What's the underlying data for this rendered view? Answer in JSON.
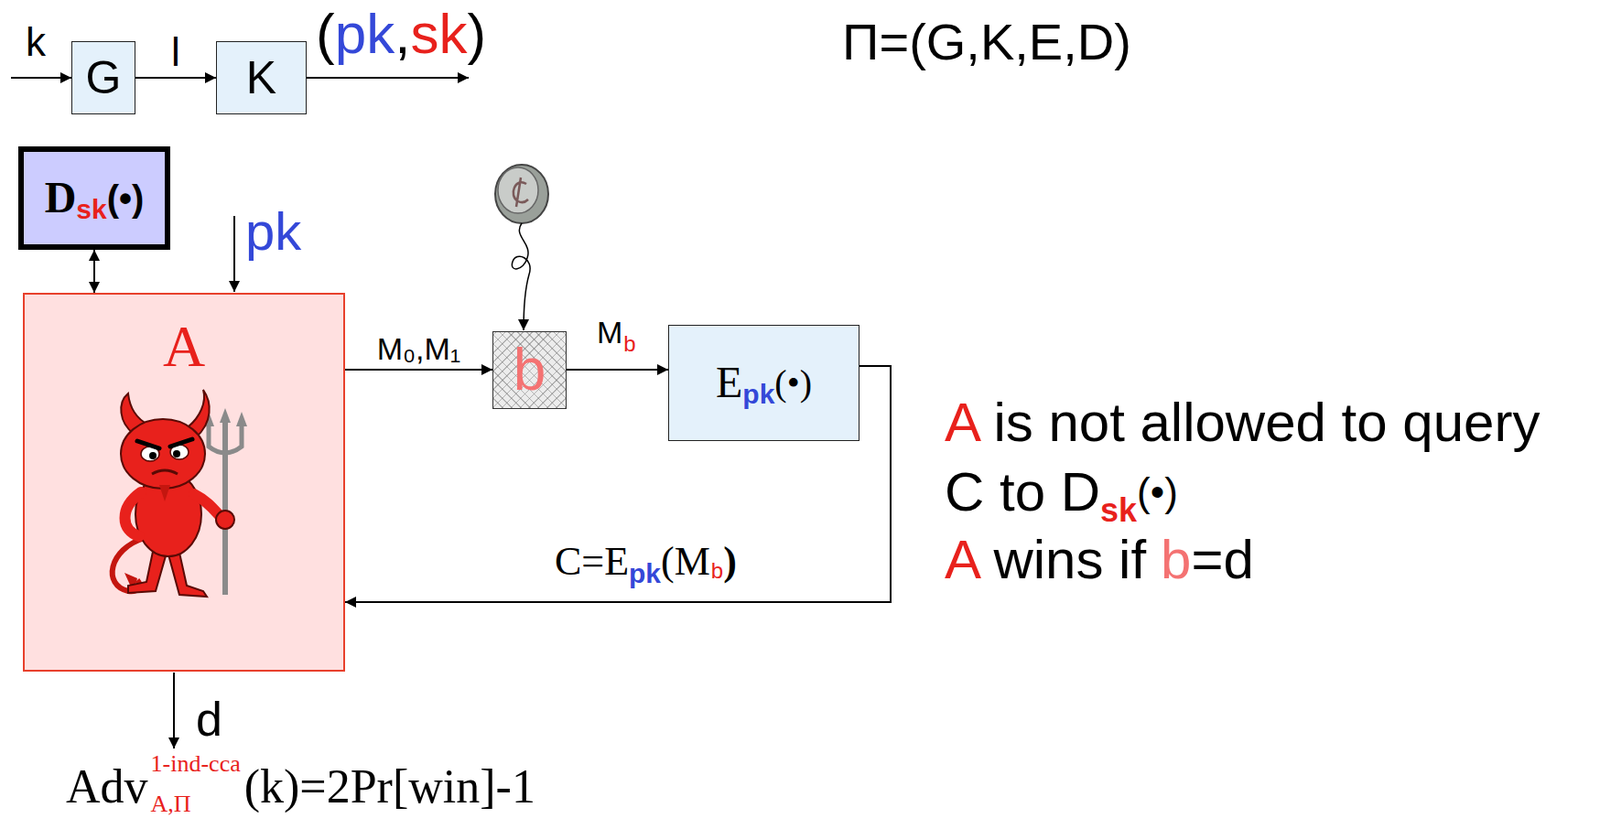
{
  "diagram": {
    "nodes": [
      {
        "text": [
          "G"
        ]
      },
      {
        "text": [
          "K"
        ]
      },
      {
        "text": [
          "D",
          "sk",
          "(•)"
        ]
      },
      {
        "text": [
          "A"
        ]
      },
      {
        "text": [
          "b"
        ]
      },
      {
        "text": [
          "E",
          "pk",
          "(•)"
        ]
      }
    ],
    "edges": [
      {
        "from": 0,
        "to": 1,
        "arrow": "to",
        "label": "l"
      },
      {
        "from": 2,
        "to": 3,
        "arrow": "both"
      },
      {
        "from": 3,
        "to": 4,
        "arrow": "to",
        "label": "M₀,M₁"
      },
      {
        "from": 4,
        "to": 5,
        "arrow": "to"
      },
      {
        "from": 5,
        "to": 3,
        "arrow": "to"
      }
    ],
    "labels": [
      "k",
      "(",
      "pk",
      ",",
      "sk",
      ")",
      "Π=(G,K,E,D)",
      "pk",
      "M",
      "b",
      "C=E",
      "pk",
      "(M",
      "b",
      ")",
      "A is not allowed to query",
      "C to D",
      "sk",
      "(•)",
      "A wins if",
      "b",
      "=d",
      "d",
      "Adv",
      "1-ind-cca",
      "A,Π",
      "(k)=2Pr[win]-1"
    ]
  }
}
